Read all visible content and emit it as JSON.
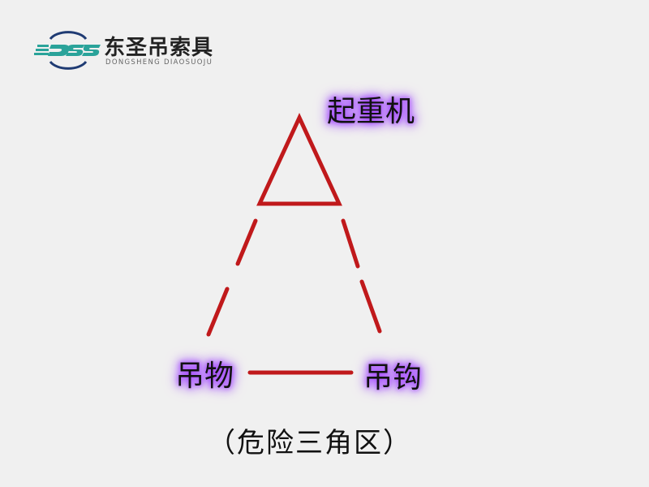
{
  "logo": {
    "name_cn": "东圣吊索具",
    "name_en": "DONGSHENG DIAOSUOJU",
    "icon": "dss-logo-icon",
    "colors": {
      "teal": "#2aa39a",
      "navy": "#1f3b73"
    }
  },
  "diagram": {
    "nodes": {
      "crane": "起重机",
      "load": "吊物",
      "hook": "吊钩"
    },
    "caption": "（危险三角区）",
    "colors": {
      "line": "#c0191b",
      "glow": "#a64dff",
      "background": "#f0f0f0"
    }
  }
}
